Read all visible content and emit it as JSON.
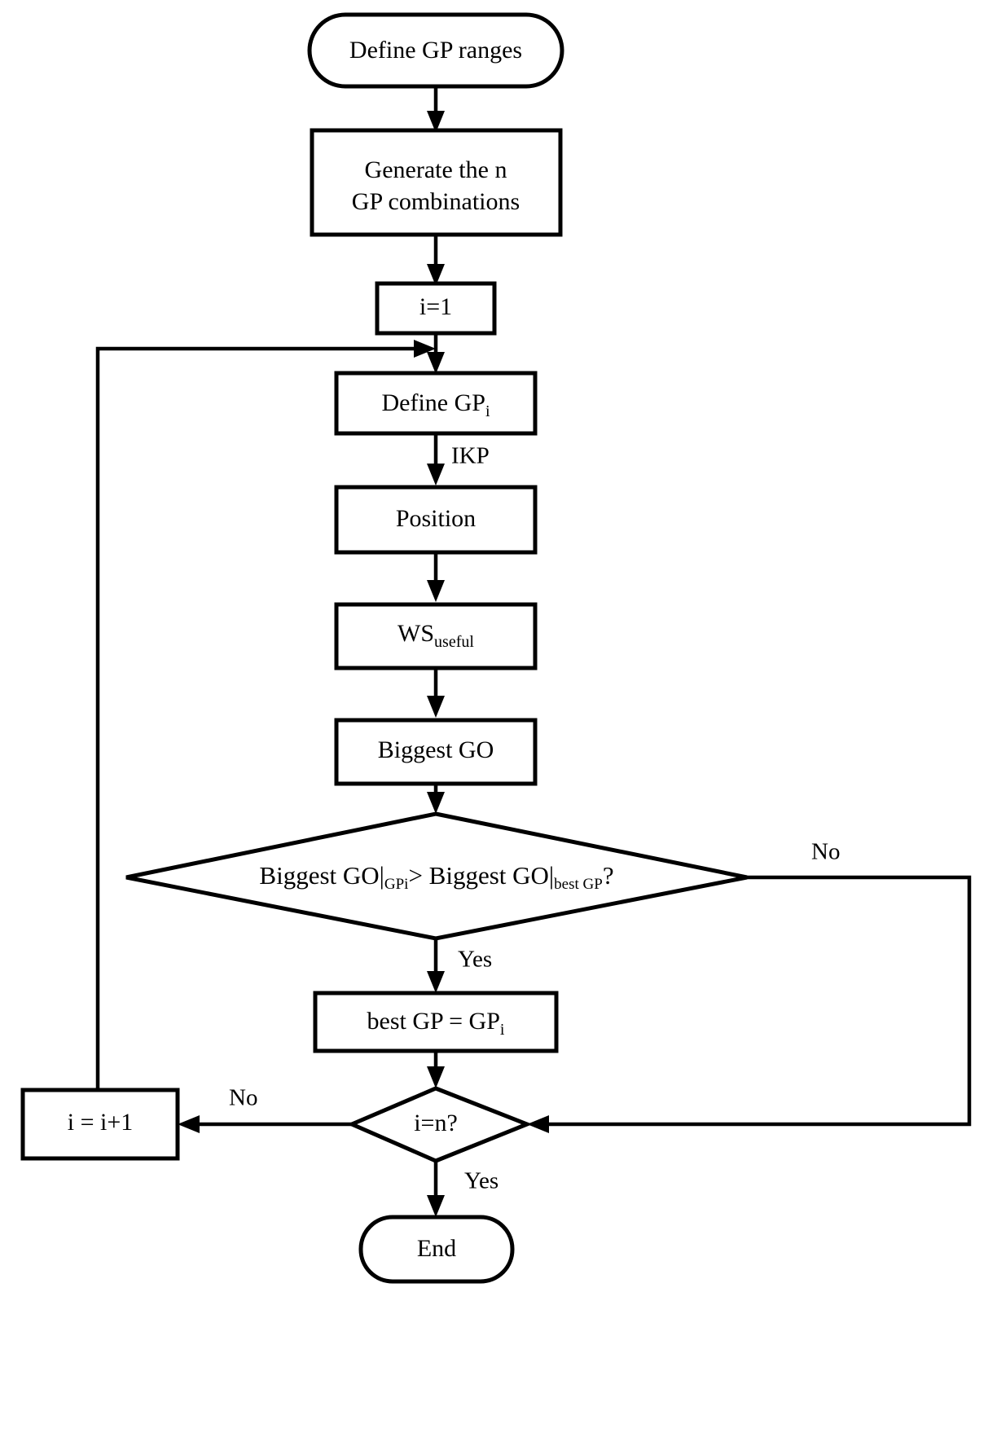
{
  "diagram": {
    "title": "GP selection optimization flowchart",
    "type": "flowchart",
    "background_color": "#ffffff",
    "line_color": "#000000",
    "nodes": [
      {
        "id": "start",
        "shape": "terminator",
        "label": "Define GP ranges"
      },
      {
        "id": "generate",
        "shape": "process",
        "label_line1": "Generate the n",
        "label_line2": "GP combinations"
      },
      {
        "id": "init",
        "shape": "process",
        "label": "i=1"
      },
      {
        "id": "define-gp",
        "shape": "process",
        "label": "Define GP",
        "subscript": "i"
      },
      {
        "id": "position",
        "shape": "process",
        "label": "Position"
      },
      {
        "id": "ws-useful",
        "shape": "process",
        "label": "WS",
        "subscript": "useful"
      },
      {
        "id": "biggest-go",
        "shape": "process",
        "label": "Biggest GO"
      },
      {
        "id": "compare",
        "shape": "decision",
        "label_a": "Biggest GO|",
        "sub_a": "GPi",
        "label_b": "> Biggest GO|",
        "sub_b": "best GP",
        "label_c": "?"
      },
      {
        "id": "assign-best",
        "shape": "process",
        "label": "best GP = GP",
        "subscript": "i"
      },
      {
        "id": "loop-check",
        "shape": "decision",
        "label": "i=n?"
      },
      {
        "id": "increment",
        "shape": "process",
        "label": "i = i+1"
      },
      {
        "id": "end",
        "shape": "terminator",
        "label": "End"
      }
    ],
    "edges": [
      {
        "id": "e-start-generate",
        "from": "start",
        "to": "generate",
        "label": ""
      },
      {
        "id": "e-generate-init",
        "from": "generate",
        "to": "init",
        "label": ""
      },
      {
        "id": "e-init-definegp",
        "from": "init",
        "to": "define-gp",
        "label": ""
      },
      {
        "id": "e-definegp-position",
        "from": "define-gp",
        "to": "position",
        "label": "IKP"
      },
      {
        "id": "e-position-ws",
        "from": "position",
        "to": "ws-useful",
        "label": ""
      },
      {
        "id": "e-ws-biggest",
        "from": "ws-useful",
        "to": "biggest-go",
        "label": ""
      },
      {
        "id": "e-biggest-compare",
        "from": "biggest-go",
        "to": "compare",
        "label": ""
      },
      {
        "id": "e-compare-yes",
        "from": "compare",
        "to": "assign-best",
        "label": "Yes"
      },
      {
        "id": "e-compare-no",
        "from": "compare",
        "to": "loop-check",
        "label": "No"
      },
      {
        "id": "e-assign-loopcheck",
        "from": "assign-best",
        "to": "loop-check",
        "label": ""
      },
      {
        "id": "e-loopcheck-no",
        "from": "loop-check",
        "to": "increment",
        "label": "No"
      },
      {
        "id": "e-loopcheck-yes",
        "from": "loop-check",
        "to": "end",
        "label": "Yes"
      },
      {
        "id": "e-increment-definegp",
        "from": "increment",
        "to": "define-gp",
        "label": ""
      }
    ],
    "labels": {
      "start": "Define GP ranges",
      "generate_l1": "Generate the n",
      "generate_l2": "GP combinations",
      "init": "i=1",
      "define_gp": "Define GP",
      "define_gp_sub": "i",
      "position": "Position",
      "ws": "WS",
      "ws_sub": "useful",
      "biggest_go": "Biggest GO",
      "compare_a": "Biggest GO|",
      "compare_sub_a": "GPi",
      "compare_b": "> Biggest GO|",
      "compare_sub_b": "best GP",
      "compare_c": "?",
      "assign_best": "best GP = GP",
      "assign_best_sub": "i",
      "loop_check": "i=n?",
      "increment": "i = i+1",
      "end": "End",
      "ikp": "IKP",
      "yes_compare": "Yes",
      "no_compare": "No",
      "no_loop": "No",
      "yes_loop": "Yes"
    }
  }
}
